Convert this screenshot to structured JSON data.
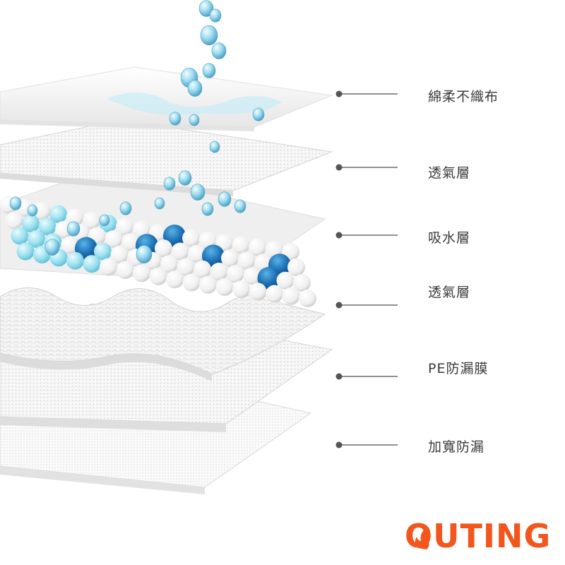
{
  "layers": [
    {
      "label": "綿柔不織布"
    },
    {
      "label": "透氣層"
    },
    {
      "label": "吸水層"
    },
    {
      "label": "透氣層"
    },
    {
      "label": "PE防漏膜"
    },
    {
      "label": "加寬防漏"
    }
  ],
  "brand": {
    "logo_text": "OUTING",
    "color": "#f2561d"
  },
  "colors": {
    "water": "#8fd3ec",
    "absorb": "#1d75b8",
    "line": "#6b6b6b"
  }
}
